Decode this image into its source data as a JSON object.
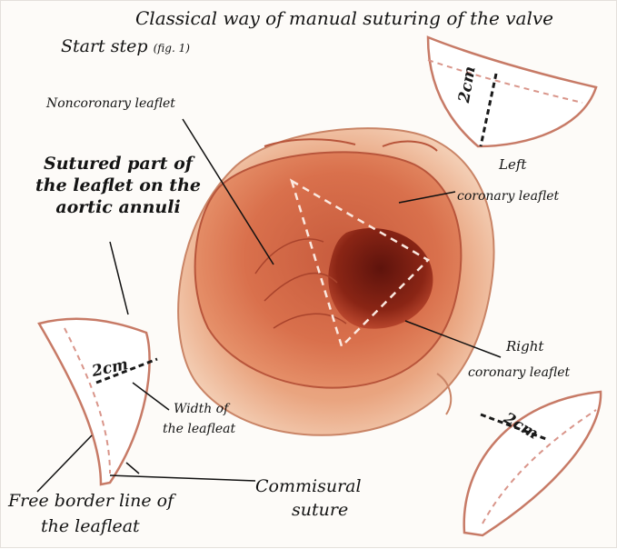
{
  "title": "Classical way of manual suturing of the valve",
  "start_step": "Start step",
  "start_step_fig": "(fig. 1)",
  "labels": {
    "noncoronary": "Noncoronary leaflet",
    "sutured_part": "Sutured part of the leaflet on the aortic annuli",
    "left_coronary_line1": "Left",
    "left_coronary_line2": "coronary leaflet",
    "right_coronary_line1": "Right",
    "right_coronary_line2": "coronary leaflet",
    "width_line1": "Width of",
    "width_line2": "the leafleat",
    "commissural_line1": "Commisural",
    "commissural_line2": "suture",
    "free_border_line1": "Free border line of",
    "free_border_line2": "the leafleat"
  },
  "dimensions": {
    "left_leaflet": "2cm",
    "top_leaflet": "2cm",
    "right_leaflet": "2cm"
  },
  "colors": {
    "tissue_dark": "#8b2418",
    "tissue_mid": "#c4543a",
    "tissue_light": "#e89a76",
    "outline": "#c77a66",
    "dash": "#d9958a"
  }
}
